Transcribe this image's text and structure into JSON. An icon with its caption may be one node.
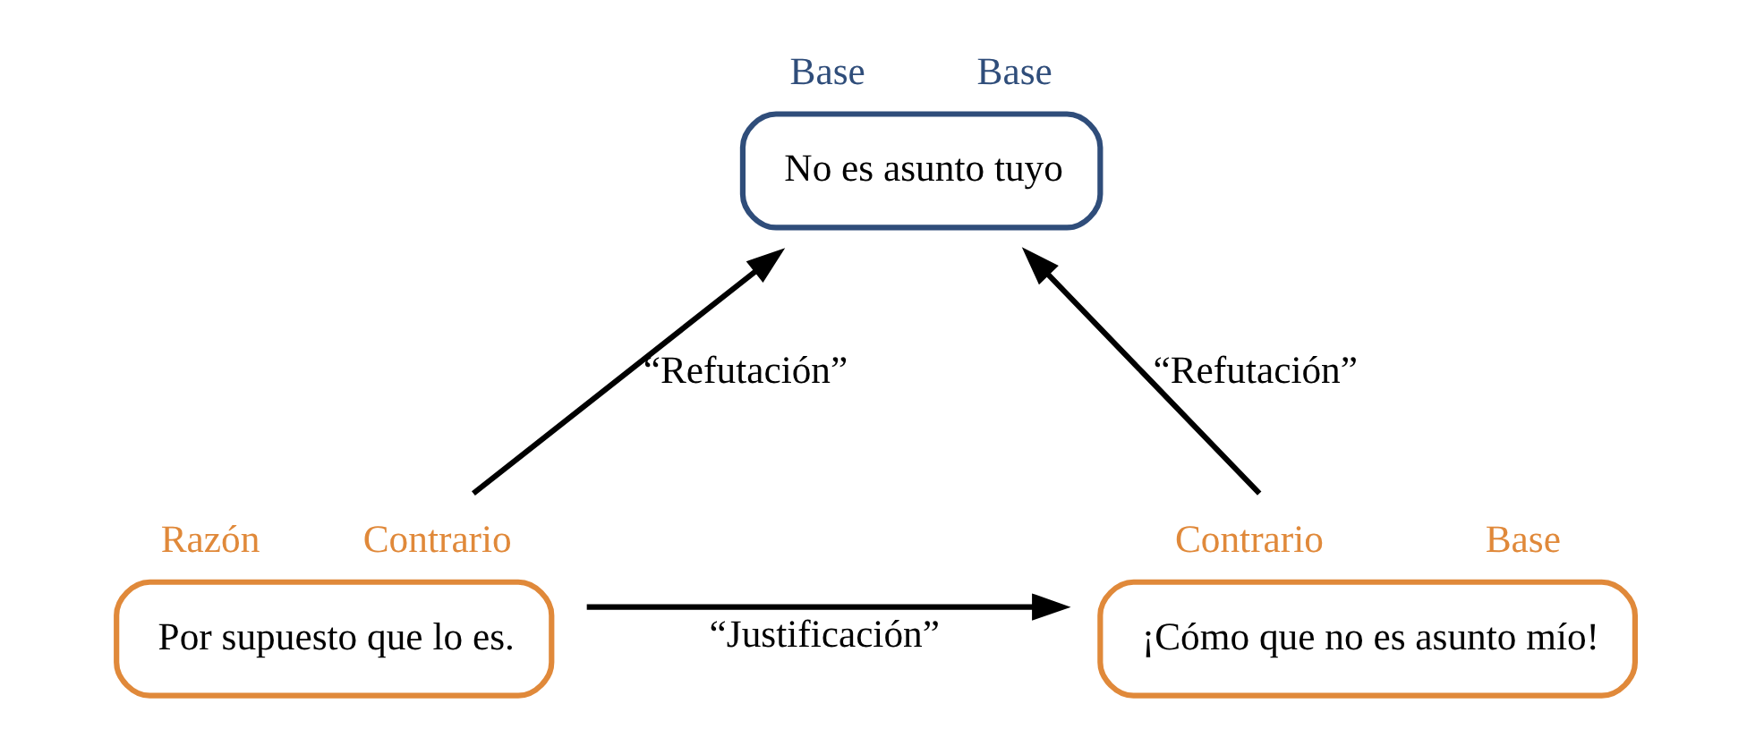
{
  "diagram": {
    "nodes": [
      {
        "text": [
          "No es asunto tuyo"
        ],
        "beside": [
          "Base",
          "Base"
        ]
      },
      {
        "text": [
          "¡Cómo que no es asunto mío!"
        ],
        "beside": [
          "Contrario",
          "Base"
        ]
      },
      {
        "text": [
          "Por supuesto que lo es."
        ],
        "beside": [
          "Razón",
          "Contrario"
        ]
      }
    ],
    "edges": [
      {
        "from": 1,
        "to": 0,
        "arrow": "to",
        "label": "“Refutación”"
      },
      {
        "from": 2,
        "to": 0,
        "arrow": "to",
        "label": "“Refutación”"
      },
      {
        "from": 2,
        "to": 1,
        "arrow": "to",
        "label": "“Justificación”"
      }
    ]
  }
}
